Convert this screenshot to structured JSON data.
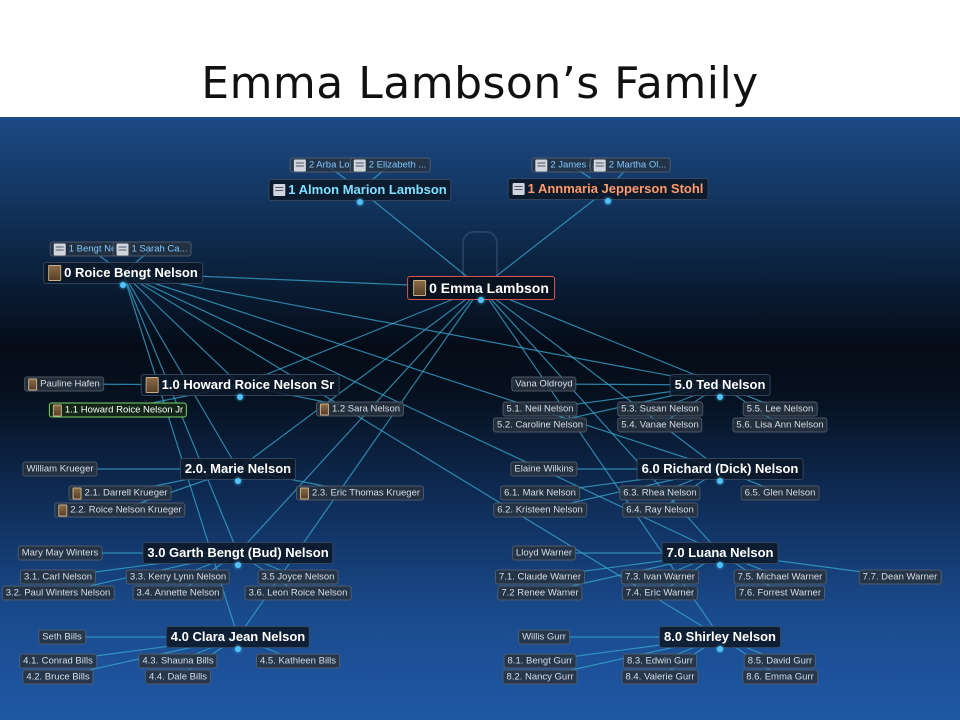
{
  "title": "Emma Lambson’s Family",
  "root": {
    "id": "emma",
    "label": "0 Emma Lambson"
  },
  "nodes": [
    {
      "id": "emma",
      "label": "0 Emma Lambson",
      "kind": "root",
      "icon": "photo"
    },
    {
      "id": "almon",
      "label": "1 Almon Marion Lambson",
      "kind": "ancestor",
      "icon": "card"
    },
    {
      "id": "annmaria",
      "label": "1 Annmaria Jepperson Stohl",
      "kind": "ancestor-female",
      "icon": "card"
    },
    {
      "id": "arba",
      "label": "2 Arba Lor...",
      "kind": "grand",
      "icon": "card"
    },
    {
      "id": "elizabeth",
      "label": "2 Elizabeth ...",
      "kind": "grand",
      "icon": "card"
    },
    {
      "id": "james",
      "label": "2 James (J...",
      "kind": "grand",
      "icon": "card"
    },
    {
      "id": "martha",
      "label": "2 Martha Ol...",
      "kind": "grand",
      "icon": "card"
    },
    {
      "id": "roice",
      "label": "0 Roice Bengt Nelson",
      "kind": "spouse",
      "icon": "photo"
    },
    {
      "id": "bengt",
      "label": "1 Bengt Nel...",
      "kind": "grand",
      "icon": "card"
    },
    {
      "id": "sarah",
      "label": "1 Sarah Ca...",
      "kind": "grand",
      "icon": "card"
    },
    {
      "id": "howard",
      "label": "1.0 Howard Roice Nelson Sr",
      "kind": "child",
      "icon": "photo"
    },
    {
      "id": "pauline",
      "label": "Pauline Hafen",
      "kind": "small",
      "icon": "photo-s"
    },
    {
      "id": "howardjr",
      "label": "1.1 Howard Roice Nelson Jr",
      "kind": "highlight",
      "icon": "photo-s"
    },
    {
      "id": "sara",
      "label": "1.2 Sara Nelson",
      "kind": "small",
      "icon": "photo-s"
    },
    {
      "id": "marie",
      "label": "2.0. Marie Nelson",
      "kind": "child"
    },
    {
      "id": "wkrueger",
      "label": "William Krueger",
      "kind": "small"
    },
    {
      "id": "darrell",
      "label": "2.1. Darrell Krueger",
      "kind": "small",
      "icon": "photo-s"
    },
    {
      "id": "roicek",
      "label": "2.2. Roice Nelson Krueger",
      "kind": "small",
      "icon": "photo-s"
    },
    {
      "id": "ericthomas",
      "label": "2.3. Eric Thomas Krueger",
      "kind": "small",
      "icon": "photo-s"
    },
    {
      "id": "garth",
      "label": "3.0 Garth Bengt (Bud) Nelson",
      "kind": "child"
    },
    {
      "id": "marymay",
      "label": "Mary May Winters",
      "kind": "small"
    },
    {
      "id": "carl",
      "label": "3.1. Carl Nelson",
      "kind": "small"
    },
    {
      "id": "paulw",
      "label": "3.2. Paul Winters Nelson",
      "kind": "small"
    },
    {
      "id": "kerry",
      "label": "3.3. Kerry Lynn Nelson",
      "kind": "small"
    },
    {
      "id": "annette",
      "label": "3.4. Annette Nelson",
      "kind": "small"
    },
    {
      "id": "joyce",
      "label": "3.5 Joyce Nelson",
      "kind": "small"
    },
    {
      "id": "leon",
      "label": "3.6. Leon Roice Nelson",
      "kind": "small"
    },
    {
      "id": "clara",
      "label": "4.0 Clara Jean Nelson",
      "kind": "child"
    },
    {
      "id": "seth",
      "label": "Seth Bills",
      "kind": "small"
    },
    {
      "id": "conrad",
      "label": "4.1. Conrad Bills",
      "kind": "small"
    },
    {
      "id": "bruce",
      "label": "4.2. Bruce Bills",
      "kind": "small"
    },
    {
      "id": "shauna",
      "label": "4.3. Shauna Bills",
      "kind": "small"
    },
    {
      "id": "dale",
      "label": "4.4. Dale Bills",
      "kind": "small"
    },
    {
      "id": "kathleen",
      "label": "4.5. Kathleen Bills",
      "kind": "small"
    },
    {
      "id": "ted",
      "label": "5.0 Ted Nelson",
      "kind": "child"
    },
    {
      "id": "vana",
      "label": "Vana Oldroyd",
      "kind": "small"
    },
    {
      "id": "neil",
      "label": "5.1. Neil Nelson",
      "kind": "small"
    },
    {
      "id": "caroline",
      "label": "5.2. Caroline Nelson",
      "kind": "small"
    },
    {
      "id": "susan",
      "label": "5.3. Susan Nelson",
      "kind": "small"
    },
    {
      "id": "vanae",
      "label": "5.4. Vanae Nelson",
      "kind": "small"
    },
    {
      "id": "lee",
      "label": "5.5. Lee Nelson",
      "kind": "small"
    },
    {
      "id": "lisa",
      "label": "5.6. Lisa Ann Nelson",
      "kind": "small"
    },
    {
      "id": "richard",
      "label": "6.0 Richard (Dick) Nelson",
      "kind": "child"
    },
    {
      "id": "elaine",
      "label": "Elaine Wilkins",
      "kind": "small"
    },
    {
      "id": "mark",
      "label": "6.1. Mark Nelson",
      "kind": "small"
    },
    {
      "id": "kristeen",
      "label": "6.2. Kristeen Nelson",
      "kind": "small"
    },
    {
      "id": "rhea",
      "label": "6.3. Rhea Nelson",
      "kind": "small"
    },
    {
      "id": "ray",
      "label": "6.4. Ray Nelson",
      "kind": "small"
    },
    {
      "id": "glen",
      "label": "6.5. Glen Nelson",
      "kind": "small"
    },
    {
      "id": "luana",
      "label": "7.0 Luana Nelson",
      "kind": "child"
    },
    {
      "id": "lloyd",
      "label": "Lloyd Warner",
      "kind": "small"
    },
    {
      "id": "claude",
      "label": "7.1. Claude Warner",
      "kind": "small"
    },
    {
      "id": "renee",
      "label": "7.2 Renee Warner",
      "kind": "small"
    },
    {
      "id": "ivan",
      "label": "7.3. Ivan Warner",
      "kind": "small"
    },
    {
      "id": "ericw",
      "label": "7.4. Eric Warner",
      "kind": "small"
    },
    {
      "id": "michael",
      "label": "7.5. Michael Warner",
      "kind": "small"
    },
    {
      "id": "forrest",
      "label": "7.6. Forrest Warner",
      "kind": "small"
    },
    {
      "id": "dean",
      "label": "7.7. Dean Warner",
      "kind": "small"
    },
    {
      "id": "shirley",
      "label": "8.0 Shirley Nelson",
      "kind": "child"
    },
    {
      "id": "willis",
      "label": "Willis Gurr",
      "kind": "small"
    },
    {
      "id": "bengtg",
      "label": "8.1. Bengt Gurr",
      "kind": "small"
    },
    {
      "id": "nancy",
      "label": "8.2. Nancy Gurr",
      "kind": "small"
    },
    {
      "id": "edwin",
      "label": "8.3. Edwin Gurr",
      "kind": "small"
    },
    {
      "id": "valerie",
      "label": "8.4. Valerie Gurr",
      "kind": "small"
    },
    {
      "id": "david",
      "label": "8.5. David Gurr",
      "kind": "small"
    },
    {
      "id": "emmag",
      "label": "8.6. Emma Gurr",
      "kind": "small"
    }
  ],
  "edges": [
    [
      "emma",
      "almon"
    ],
    [
      "emma",
      "annmaria"
    ],
    [
      "emma",
      "roice"
    ],
    [
      "almon",
      "arba"
    ],
    [
      "almon",
      "elizabeth"
    ],
    [
      "annmaria",
      "james"
    ],
    [
      "annmaria",
      "martha"
    ],
    [
      "roice",
      "bengt"
    ],
    [
      "roice",
      "sarah"
    ],
    [
      "emma",
      "howard"
    ],
    [
      "emma",
      "marie"
    ],
    [
      "emma",
      "garth"
    ],
    [
      "emma",
      "clara"
    ],
    [
      "emma",
      "ted"
    ],
    [
      "emma",
      "richard"
    ],
    [
      "emma",
      "luana"
    ],
    [
      "emma",
      "shirley"
    ],
    [
      "roice",
      "howard"
    ],
    [
      "roice",
      "marie"
    ],
    [
      "roice",
      "garth"
    ],
    [
      "roice",
      "clara"
    ],
    [
      "roice",
      "ted"
    ],
    [
      "roice",
      "richard"
    ],
    [
      "roice",
      "luana"
    ],
    [
      "roice",
      "shirley"
    ],
    [
      "howard",
      "pauline"
    ],
    [
      "howard",
      "howardjr"
    ],
    [
      "howard",
      "sara"
    ],
    [
      "marie",
      "wkrueger"
    ],
    [
      "marie",
      "darrell"
    ],
    [
      "marie",
      "roicek"
    ],
    [
      "marie",
      "ericthomas"
    ],
    [
      "garth",
      "marymay"
    ],
    [
      "garth",
      "carl"
    ],
    [
      "garth",
      "paulw"
    ],
    [
      "garth",
      "kerry"
    ],
    [
      "garth",
      "annette"
    ],
    [
      "garth",
      "joyce"
    ],
    [
      "garth",
      "leon"
    ],
    [
      "clara",
      "seth"
    ],
    [
      "clara",
      "conrad"
    ],
    [
      "clara",
      "bruce"
    ],
    [
      "clara",
      "shauna"
    ],
    [
      "clara",
      "dale"
    ],
    [
      "clara",
      "kathleen"
    ],
    [
      "ted",
      "vana"
    ],
    [
      "ted",
      "neil"
    ],
    [
      "ted",
      "caroline"
    ],
    [
      "ted",
      "susan"
    ],
    [
      "ted",
      "vanae"
    ],
    [
      "ted",
      "lee"
    ],
    [
      "ted",
      "lisa"
    ],
    [
      "richard",
      "elaine"
    ],
    [
      "richard",
      "mark"
    ],
    [
      "richard",
      "kristeen"
    ],
    [
      "richard",
      "rhea"
    ],
    [
      "richard",
      "ray"
    ],
    [
      "richard",
      "glen"
    ],
    [
      "luana",
      "lloyd"
    ],
    [
      "luana",
      "claude"
    ],
    [
      "luana",
      "renee"
    ],
    [
      "luana",
      "ivan"
    ],
    [
      "luana",
      "ericw"
    ],
    [
      "luana",
      "michael"
    ],
    [
      "luana",
      "forrest"
    ],
    [
      "luana",
      "dean"
    ],
    [
      "shirley",
      "willis"
    ],
    [
      "shirley",
      "bengtg"
    ],
    [
      "shirley",
      "nancy"
    ],
    [
      "shirley",
      "edwin"
    ],
    [
      "shirley",
      "valerie"
    ],
    [
      "shirley",
      "david"
    ],
    [
      "shirley",
      "emmag"
    ]
  ],
  "colors": {
    "edge": "#3aa9cf",
    "dot": "#4fc3f7",
    "root_border": "#d9534f",
    "highlight_border": "#7bd36b"
  }
}
